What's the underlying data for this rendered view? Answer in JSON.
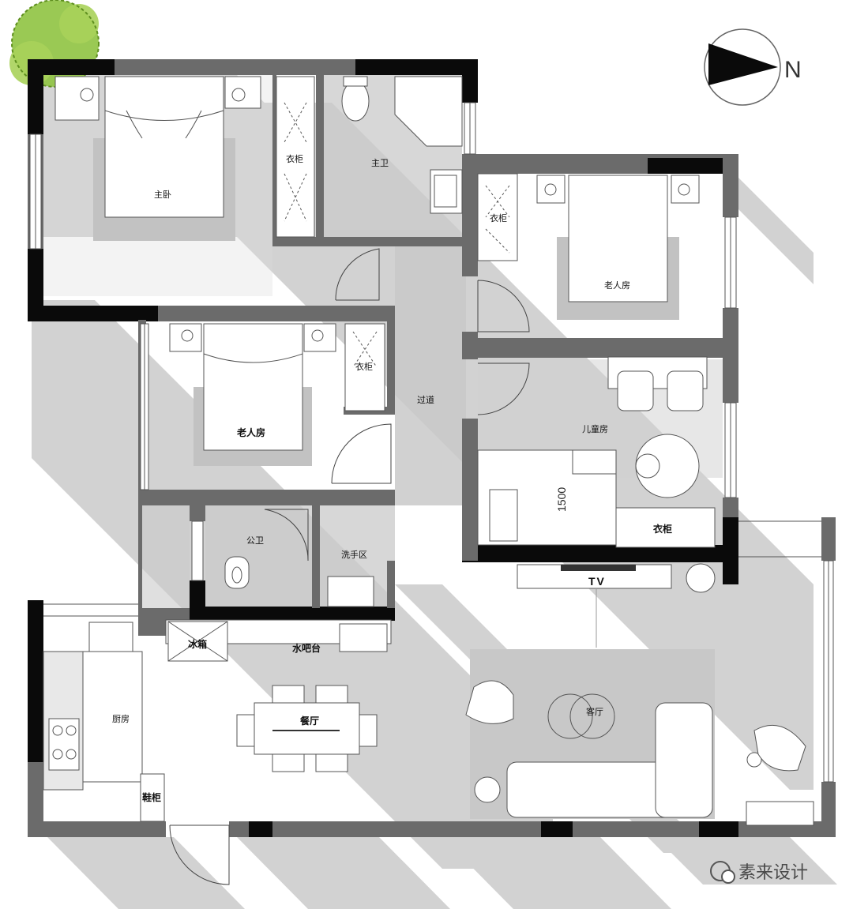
{
  "rooms": {
    "master_bedroom": "主卧",
    "master_bath": "主卫",
    "wardrobe_master": "衣柜",
    "elder_room_right": "老人房",
    "wardrobe_right": "衣柜",
    "elder_room_left": "老人房",
    "wardrobe_left": "衣柜",
    "corridor": "过道",
    "kids_room": "儿童房",
    "wardrobe_kids": "衣柜",
    "public_bath": "公卫",
    "washing_area": "洗手区",
    "water_bar": "水吧台",
    "fridge": "冰箱",
    "kitchen": "厨房",
    "dining": "餐厅",
    "shoe_cabinet": "鞋柜",
    "living_room": "客厅",
    "tv": "TV"
  },
  "dimension_label": "1500",
  "north_label": "N",
  "watermark": "素来设计",
  "colors": {
    "wall_gray": "#6b6b6b",
    "wall_black": "#0a0a0a",
    "shadow": "#d2d2d2",
    "tree": "#8fc341"
  }
}
